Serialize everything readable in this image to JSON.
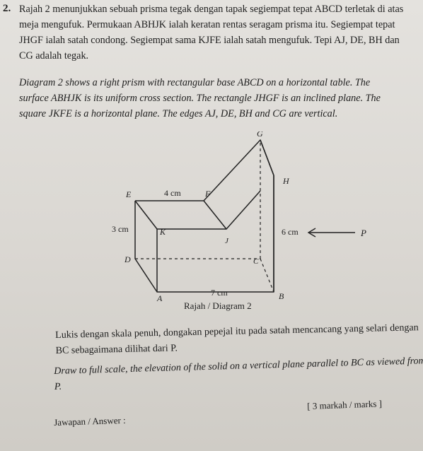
{
  "question": {
    "number": "2.",
    "malay_lines": [
      "Rajah 2 menunjukkan sebuah prisma tegak dengan tapak segiempat tepat ABCD terletak di atas",
      "meja mengufuk. Permukaan ABHJK ialah keratan rentas seragam prisma itu. Segiempat tepat",
      "JHGF ialah satah condong. Segiempat sama KJFE ialah satah mengufuk. Tepi AJ, DE, BH dan",
      "CG adalah tegak."
    ],
    "english_lines": [
      "Diagram 2 shows a right prism with rectangular base ABCD on a horizontal table. The",
      "surface ABHJK is its uniform cross section. The rectangle JHGF is an inclined plane. The",
      "square JKFE is a horizontal plane. The edges AJ, DE, BH and CG are vertical."
    ]
  },
  "diagram": {
    "caption": "Rajah / Diagram 2",
    "vertices": {
      "A": "A",
      "B": "B",
      "C": "C",
      "D": "D",
      "E": "E",
      "F": "F",
      "G": "G",
      "H": "H",
      "J": "J",
      "K": "K"
    },
    "dimensions": {
      "top": "4 cm",
      "left": "3 cm",
      "right": "6 cm",
      "base": "7 cm"
    },
    "arrow_label": "P"
  },
  "task": {
    "malay_lines": [
      "Lukis dengan skala penuh, dongakan pepejal itu pada satah mencancang yang selari dengan",
      "BC sebagaimana dilihat dari P."
    ],
    "english_lines": [
      "Draw to full scale, the elevation of the solid on a vertical plane parallel to BC as viewed from",
      "P."
    ],
    "marks": "[ 3 markah / marks ]",
    "answer_label": "Jawapan / Answer :"
  }
}
